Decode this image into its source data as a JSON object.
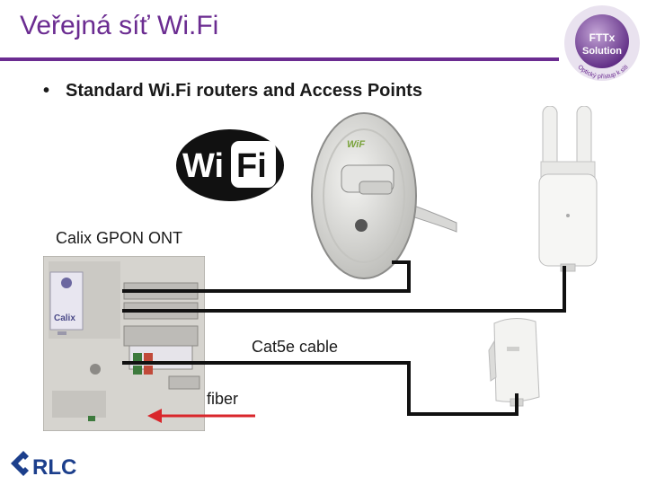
{
  "slide": {
    "title": "Veřejná síť Wi.Fi",
    "bullet_marker": "•",
    "bullet": "Standard Wi.Fi routers and Access Points"
  },
  "badge": {
    "line1": "FTTx",
    "line2": "Solution",
    "ring_text": "Optický přístup k síti"
  },
  "wifi_logo": {
    "left": "Wi",
    "right": "Fi"
  },
  "dish": {
    "brand": "WiF"
  },
  "ont": {
    "label": "Calix GPON ONT",
    "brand": "Calix"
  },
  "labels": {
    "cable": "Cat5e cable",
    "fiber": "fiber"
  },
  "rlc_logo": {
    "text": "RLC"
  },
  "colors": {
    "accent": "#6b2c91",
    "fiber_arrow": "#d9262b",
    "cable": "#111111"
  }
}
